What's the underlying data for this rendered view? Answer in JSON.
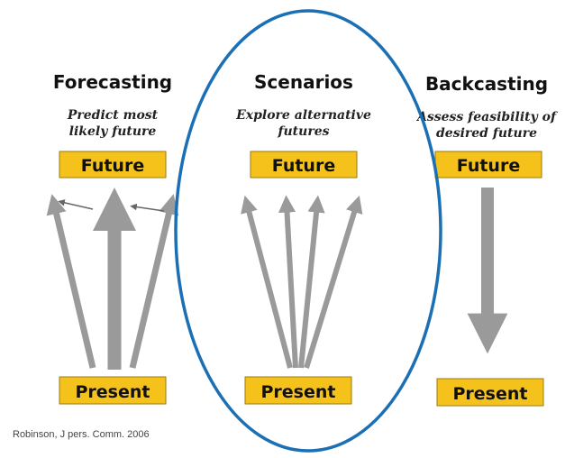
{
  "columns": {
    "forecasting": {
      "title": "Forecasting",
      "subtitle_line1": "Predict most",
      "subtitle_line2": "likely future",
      "top_box": "Future",
      "bottom_box": "Present"
    },
    "scenarios": {
      "title": "Scenarios",
      "subtitle_line1": "Explore alternative",
      "subtitle_line2": "futures",
      "top_box": "Future",
      "bottom_box": "Present"
    },
    "backcasting": {
      "title": "Backcasting",
      "subtitle_line1": "Assess feasibility of",
      "subtitle_line2": "desired future",
      "top_box": "Future",
      "bottom_box": "Present"
    }
  },
  "credit": "Robinson, J pers. Comm. 2006",
  "colors": {
    "box_fill": "#f5c21b",
    "box_border": "#9a7a10",
    "arrow": "#9a9a9a",
    "ellipse": "#1a6fb5"
  }
}
